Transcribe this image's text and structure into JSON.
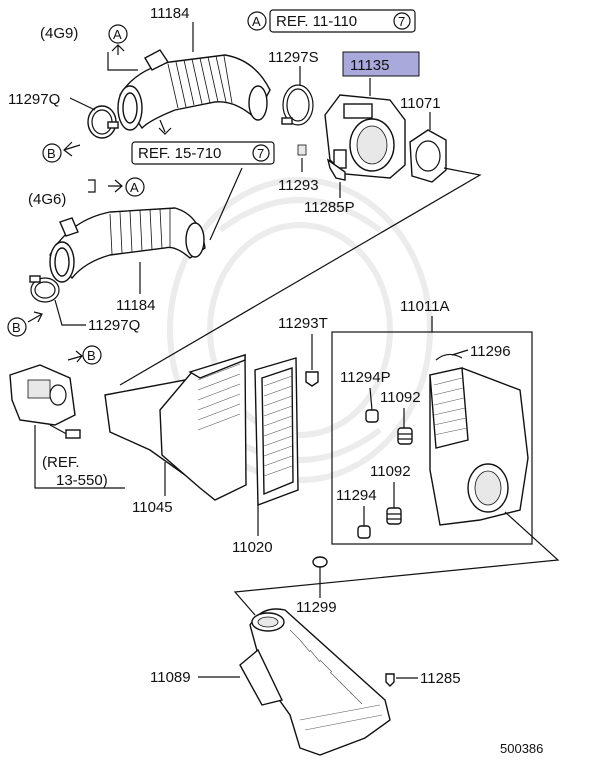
{
  "labels": {
    "engine_4g9": "(4G9)",
    "engine_4g6": "(4G6)",
    "p11184_top": "11184",
    "p11184_bottom": "11184",
    "p11297S": "11297S",
    "p11135": "11135",
    "p11071": "11071",
    "p11297Q_top": "11297Q",
    "p11297Q_bottom": "11297Q",
    "p11293": "11293",
    "p11285P": "11285P",
    "p11011A": "11011A",
    "p11293T": "11293T",
    "p11296": "11296",
    "p11294P": "11294P",
    "p11092_a": "11092",
    "p11092_b": "11092",
    "p11294": "11294",
    "p11045": "11045",
    "p11020": "11020",
    "p11299": "11299",
    "p11089": "11089",
    "p11285": "11285",
    "diagram_number": "500386"
  },
  "refs": {
    "ref_top_letter": "A",
    "ref_top_text": "REF. 11-110",
    "ref_top_num": "7",
    "ref_mid_text": "REF. 15-710",
    "ref_mid_num": "7",
    "ref_bottom_line1": "(REF.",
    "ref_bottom_line2": "13-550)"
  },
  "markers": {
    "A": "A",
    "B": "B"
  },
  "colors": {
    "highlight_fill": "#a9a9dc",
    "line": "#111111"
  }
}
